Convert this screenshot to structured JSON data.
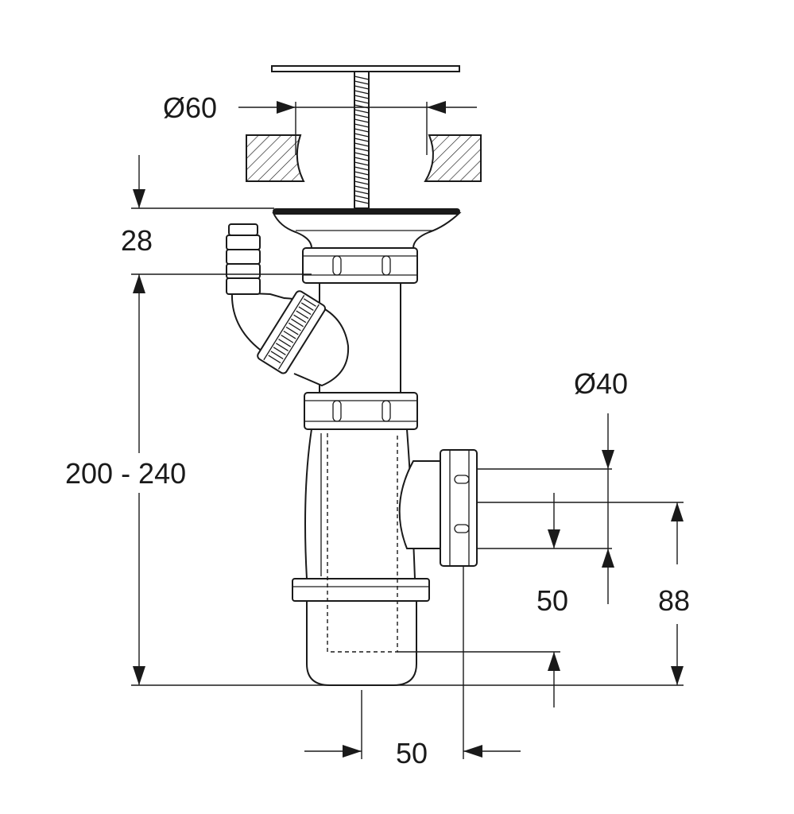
{
  "title": "Bottle trap with basket strainer waste dimensions",
  "dimensions": {
    "strainer_diameter": "Ø60",
    "flange_height": "28",
    "height_range": "200 - 240",
    "outlet_diameter": "Ø40",
    "outlet_offset_height": "50",
    "outlet_center_height": "88",
    "outlet_horizontal_offset": "50"
  }
}
